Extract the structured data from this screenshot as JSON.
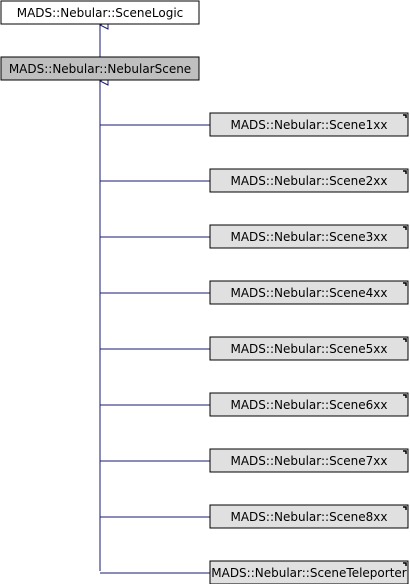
{
  "diagram": {
    "type": "inheritance",
    "colors": {
      "edge": "#191970",
      "base_fill": "#ffffff",
      "current_fill": "#bfbfbf",
      "child_fill": "#e0e0e0",
      "border": "#000000"
    },
    "base": "MADS::Nebular::SceneLogic",
    "current": "MADS::Nebular::NebularScene",
    "children": [
      "MADS::Nebular::Scene1xx",
      "MADS::Nebular::Scene2xx",
      "MADS::Nebular::Scene3xx",
      "MADS::Nebular::Scene4xx",
      "MADS::Nebular::Scene5xx",
      "MADS::Nebular::Scene6xx",
      "MADS::Nebular::Scene7xx",
      "MADS::Nebular::Scene8xx",
      "MADS::Nebular::SceneTeleporter"
    ]
  }
}
